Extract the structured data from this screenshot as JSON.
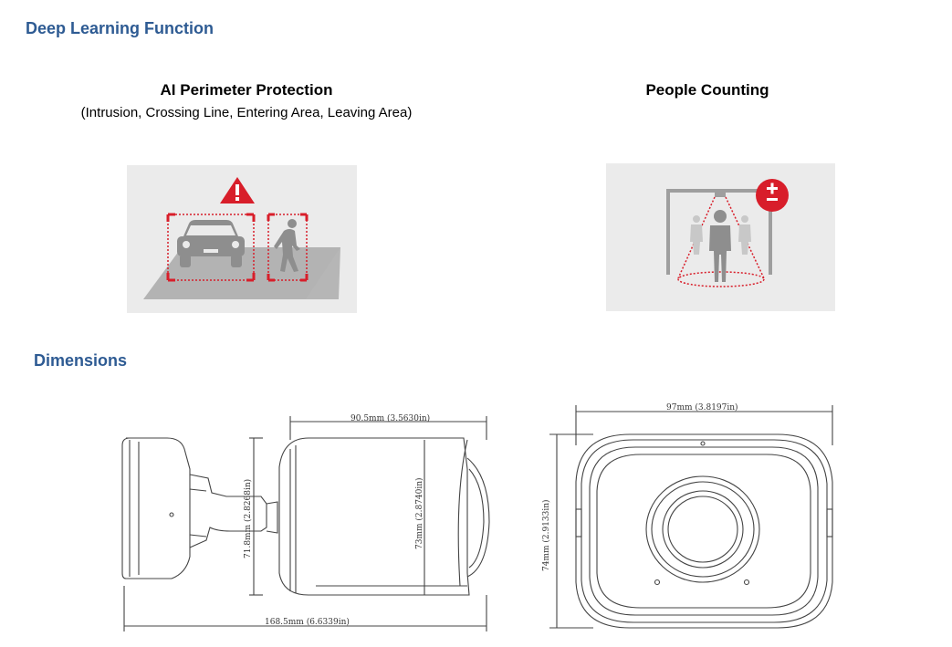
{
  "sections": {
    "deep_learning_title": "Deep Learning Function",
    "dimensions_title": "Dimensions"
  },
  "features": [
    {
      "title": "AI Perimeter Protection",
      "subtitle": "(Intrusion, Crossing Line, Entering Area, Leaving Area)",
      "icon": "perimeter-protection-illustration"
    },
    {
      "title": "People Counting",
      "subtitle": "",
      "icon": "people-counting-illustration"
    }
  ],
  "dimensions": {
    "side_view": {
      "top_length": "90.5mm (3.5630in)",
      "bottom_length": "168.5mm (6.6339in)",
      "mount_height": "71.8mm (2.8268in)",
      "body_height": "73mm (2.8740in)"
    },
    "front_view": {
      "width": "97mm (3.8197in)",
      "height": "74mm (2.9133in)"
    }
  },
  "colors": {
    "heading": "#2e5b93",
    "alert_red": "#d81e2a",
    "panel_bg": "#ebebeb",
    "icon_gray": "#9e9e9e"
  }
}
